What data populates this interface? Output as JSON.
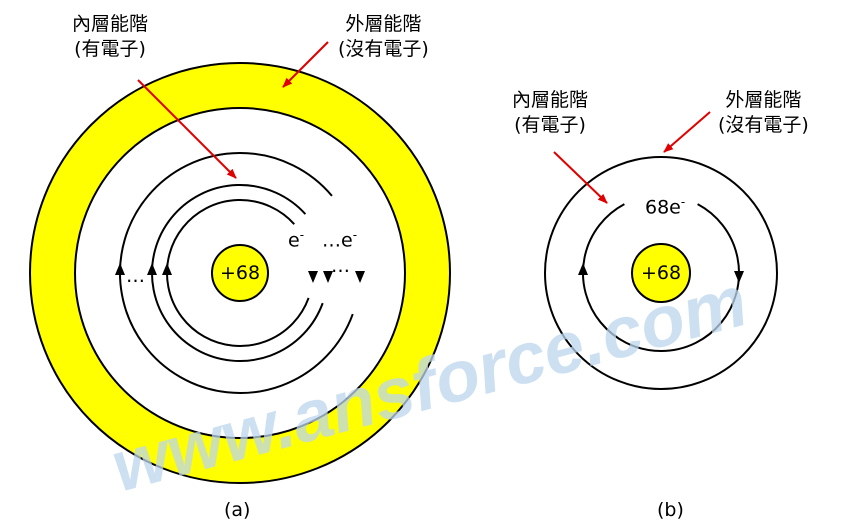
{
  "diagram_a": {
    "inner_label": [
      "內層能階",
      "(有電子)"
    ],
    "outer_label": [
      "外層能階",
      "(沒有電子)"
    ],
    "nucleus": "+68",
    "electron_1": "e",
    "electron_2": "…e",
    "dots_left": "…",
    "dots_right": "…",
    "caption": "(a)"
  },
  "diagram_b": {
    "inner_label": [
      "內層能階",
      "(有電子)"
    ],
    "outer_label": [
      "外層能階",
      "(沒有電子)"
    ],
    "nucleus": "+68",
    "electrons": "68e",
    "caption": "(b)"
  },
  "superscript_minus": "-",
  "watermark": "www.ansforce.com",
  "colors": {
    "shell": "#ffff00",
    "arrow": "#e00000",
    "watermark": "#bcd6ee"
  }
}
